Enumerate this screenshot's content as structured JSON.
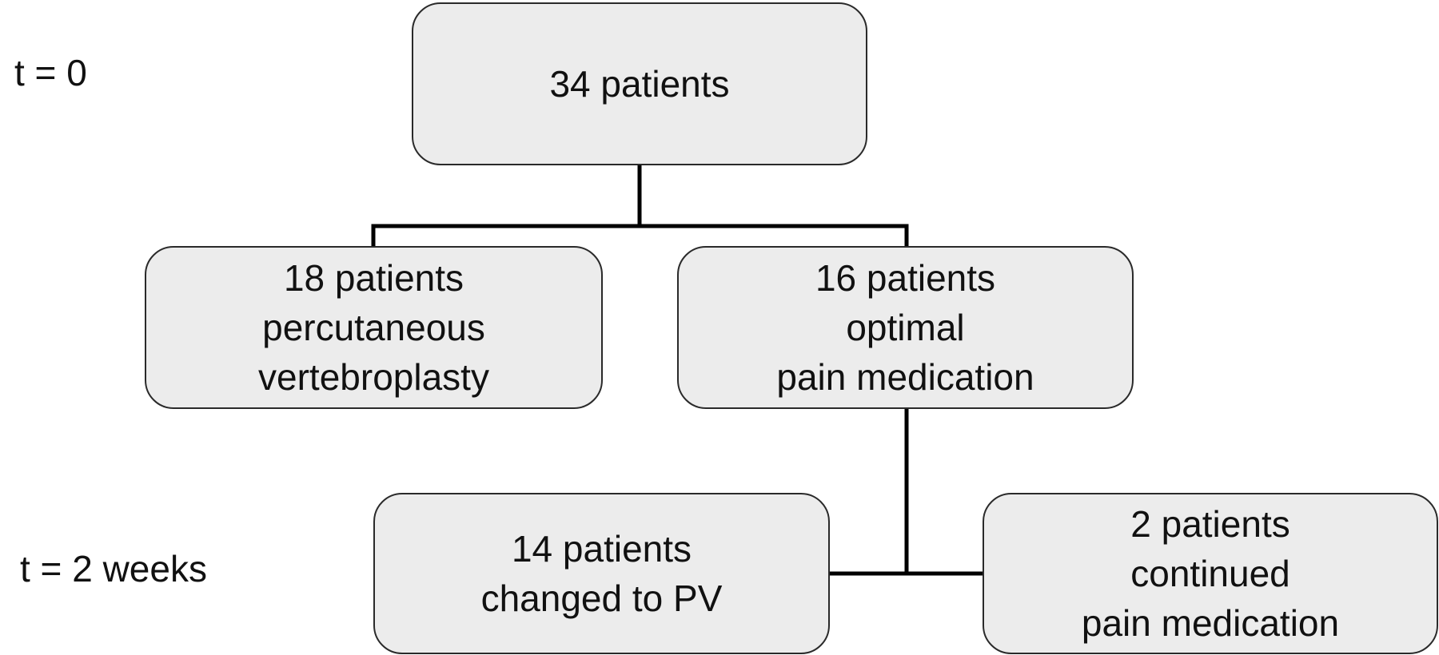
{
  "time_labels": {
    "t0": "t = 0",
    "t2": "t = 2 weeks"
  },
  "nodes": {
    "root": {
      "lines": [
        "34 patients"
      ]
    },
    "pv": {
      "lines": [
        "18 patients",
        "percutaneous",
        "vertebroplasty"
      ]
    },
    "medication": {
      "lines": [
        "16 patients",
        "optimal",
        "pain medication"
      ]
    },
    "changed": {
      "lines": [
        "14 patients",
        "changed to PV"
      ]
    },
    "continued": {
      "lines": [
        "2 patients",
        "continued",
        "pain medication"
      ]
    }
  },
  "colors": {
    "box_fill": "#ececec",
    "box_border": "#2a2a2a",
    "connector": "#000000",
    "background": "#ffffff"
  }
}
